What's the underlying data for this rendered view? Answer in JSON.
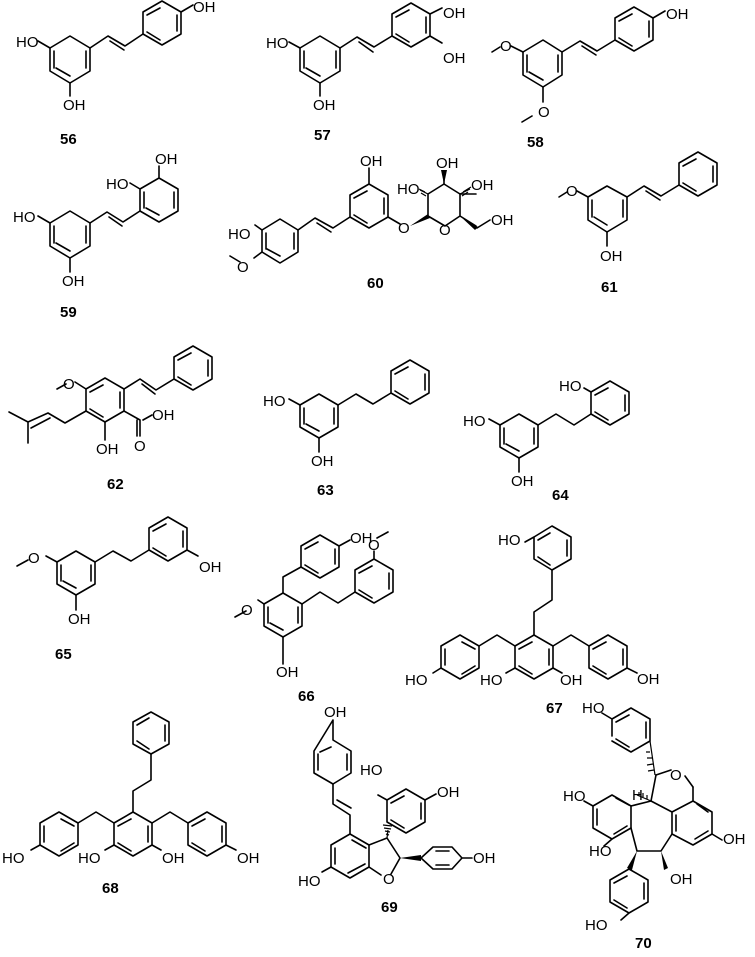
{
  "figure": {
    "description": "Chemical structures of stilbenoids and bibenzyls",
    "compounds": [
      {
        "id": "56",
        "labels": {
          "ho_left": "HO",
          "oh_bottom": "OH",
          "oh_para": "OH"
        }
      },
      {
        "id": "57",
        "labels": {
          "ho_left": "HO",
          "oh_bottom": "OH",
          "oh_3": "OH",
          "oh_4": "OH"
        }
      },
      {
        "id": "58",
        "labels": {
          "o_left": "O",
          "o_bottom": "O",
          "oh_para": "OH"
        }
      },
      {
        "id": "59",
        "labels": {
          "ho_left": "HO",
          "oh_bottom": "OH",
          "ho_2": "HO",
          "oh_3": "OH"
        }
      },
      {
        "id": "60",
        "labels": {
          "ho_ring": "HO",
          "o_methoxy": "O",
          "oh_top": "OH",
          "o_glyco": "O",
          "o_ring": "O",
          "ho_2": "HO",
          "oh_3": "OH",
          "oh_4": "OH",
          "oh_6": "OH"
        }
      },
      {
        "id": "61",
        "labels": {
          "o_methoxy": "O",
          "oh_bottom": "OH"
        }
      },
      {
        "id": "62",
        "labels": {
          "o_methoxy": "O",
          "oh_phenol": "OH",
          "oh_acid": "OH",
          "o_carbonyl": "O"
        }
      },
      {
        "id": "63",
        "labels": {
          "ho_left": "HO",
          "oh_bottom": "OH"
        }
      },
      {
        "id": "64",
        "labels": {
          "ho_left": "HO",
          "oh_bottom": "OH",
          "ho_ortho": "HO"
        }
      },
      {
        "id": "65",
        "labels": {
          "o_methoxy": "O",
          "oh_bottom": "OH",
          "oh_meta": "OH"
        }
      },
      {
        "id": "66",
        "labels": {
          "o_methoxy": "O",
          "oh_bottom": "OH",
          "oh_benzyl": "OH",
          "o_meta_methoxy": "O"
        }
      },
      {
        "id": "67",
        "labels": {
          "ho_top": "HO",
          "ho_left": "HO",
          "ho_core_left": "HO",
          "oh_core_right": "OH",
          "oh_right": "OH"
        }
      },
      {
        "id": "68",
        "labels": {
          "ho_left": "HO",
          "ho_core_left": "HO",
          "oh_core_right": "OH",
          "oh_right": "OH"
        }
      },
      {
        "id": "69",
        "labels": {
          "oh_top": "OH",
          "ho_resorcinol": "HO",
          "oh_resorcinol": "OH",
          "oh_aryl": "OH",
          "ho_core": "HO",
          "o_furan": "O"
        }
      },
      {
        "id": "70",
        "labels": {
          "ho_top": "HO",
          "o_furan": "O",
          "h_ring": "H",
          "ho_left": "HO",
          "ho_left2": "HO",
          "oh_right": "OH",
          "oh_diol": "OH",
          "ho_bottom": "HO"
        }
      }
    ]
  }
}
